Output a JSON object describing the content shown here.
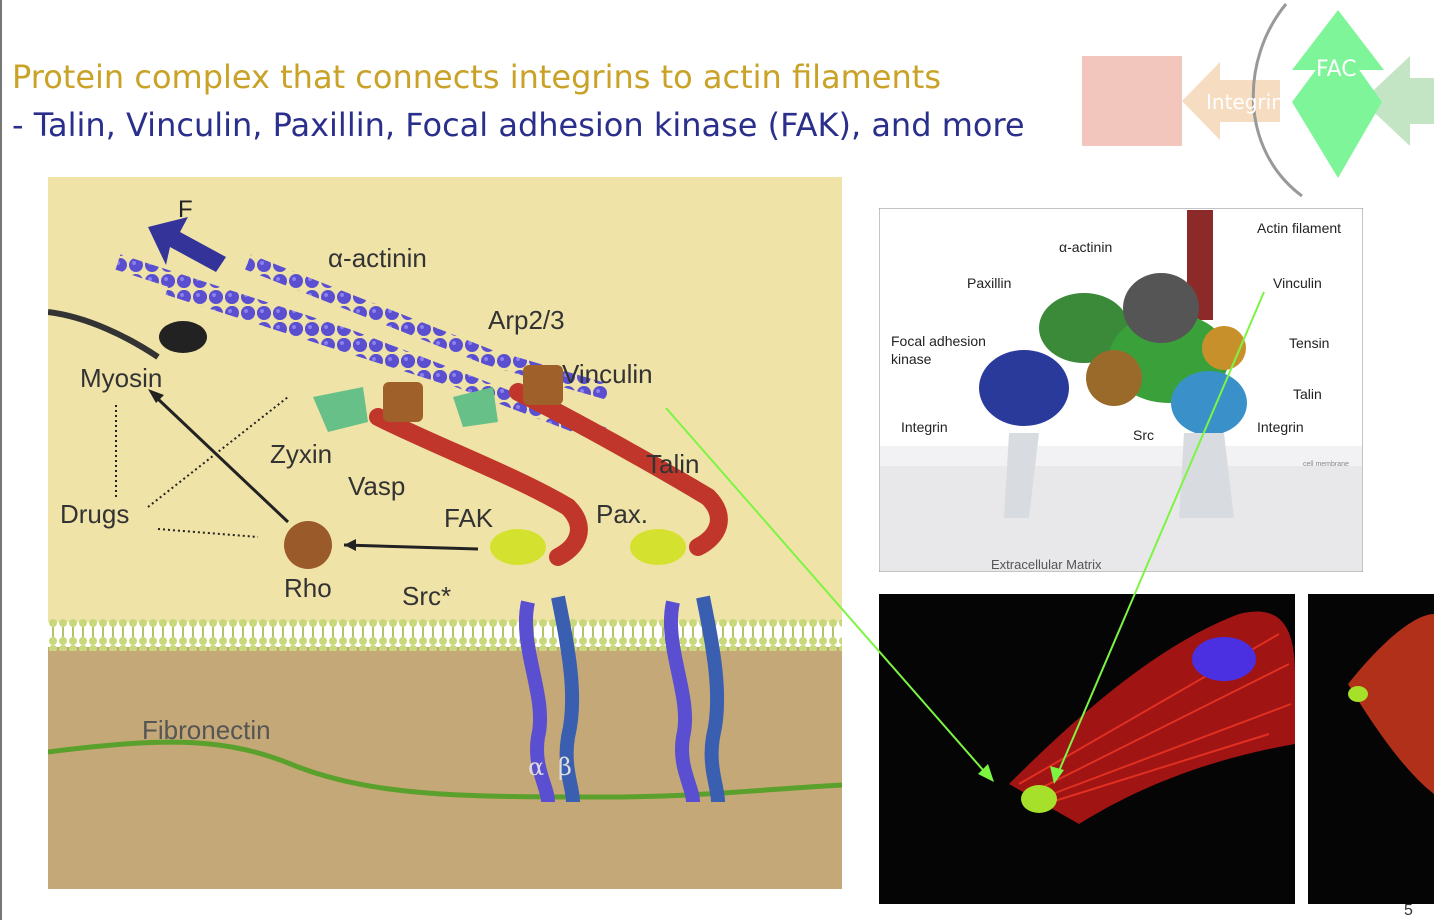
{
  "heading": {
    "line1": "Protein complex that connects integrins to actin filaments",
    "line2": "- Talin, Vinculin, Paxillin, Focal adhesion kinase (FAK), and more"
  },
  "nav_diagram": {
    "fac_label": "FAC",
    "integrin_label": "Integrin",
    "colors": {
      "pink": "#f2c6bd",
      "peach": "#f6dcc0",
      "green": "#7ff59a",
      "light_green": "#c4e5c4"
    }
  },
  "left_figure": {
    "force_label": "F",
    "labels": {
      "alpha_actinin": "α-actinin",
      "arp23": "Arp2/3",
      "vinculin": "Vinculin",
      "myosin": "Myosin",
      "zyxin": "Zyxin",
      "vasp": "Vasp",
      "talin": "Talin",
      "drugs": "Drugs",
      "fak": "FAK",
      "pax": "Pax.",
      "rho": "Rho",
      "src": "Src*",
      "fibronectin": "Fibronectin",
      "alpha": "α",
      "beta": "β"
    },
    "colors": {
      "background": "#f0e3a8",
      "ecm": "#c5a877",
      "actin": "#5a4fd0",
      "talin": "#c0362a",
      "integrin": "#3a5fb0",
      "fibronectin": "#5aa02c"
    }
  },
  "right_figure": {
    "labels": {
      "actin_filament": "Actin filament",
      "alpha_actinin": "α-actinin",
      "paxillin": "Paxillin",
      "vinculin": "Vinculin",
      "fak": "Focal adhesion\nkinase",
      "tensin": "Tensin",
      "talin": "Talin",
      "integrin_left": "Integrin",
      "integrin_right": "Integrin",
      "src": "Src",
      "cell_membrane": "cell membrane",
      "ecm": "Extracellular Matrix"
    }
  },
  "page_number": "5"
}
